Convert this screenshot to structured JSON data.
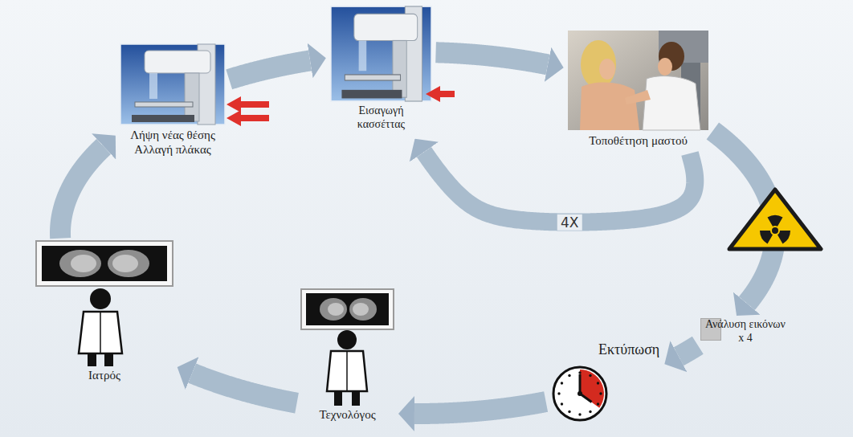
{
  "diagram": {
    "nodes": [
      {
        "text": [
          "Λήψη νέας θέσης Αλλαγή πλάκας"
        ]
      },
      {
        "text": [
          "Εισαγωγή κασσέττας"
        ]
      },
      {
        "text": [
          "Τοποθέτηση μαστού"
        ]
      },
      {
        "text": [
          "Ανάλυση εικόνων x 4"
        ]
      },
      {
        "text": [
          "Εκτύπωση"
        ]
      },
      {
        "text": [
          "Τεχνολόγος"
        ]
      },
      {
        "text": [
          "Ιατρός"
        ]
      }
    ],
    "edges": [
      {
        "from": 0,
        "to": 1,
        "arrow": "to"
      },
      {
        "from": 1,
        "to": 2,
        "arrow": "to"
      },
      {
        "from": 2,
        "to": 3,
        "arrow": "to"
      },
      {
        "from": 3,
        "to": 4,
        "arrow": "to"
      },
      {
        "from": 4,
        "to": 5,
        "arrow": "to"
      },
      {
        "from": 5,
        "to": 6,
        "arrow": "to"
      },
      {
        "from": 6,
        "to": 0,
        "arrow": "to"
      },
      {
        "from": 2,
        "to": 1,
        "label": "4X",
        "arrow": "to"
      }
    ]
  }
}
